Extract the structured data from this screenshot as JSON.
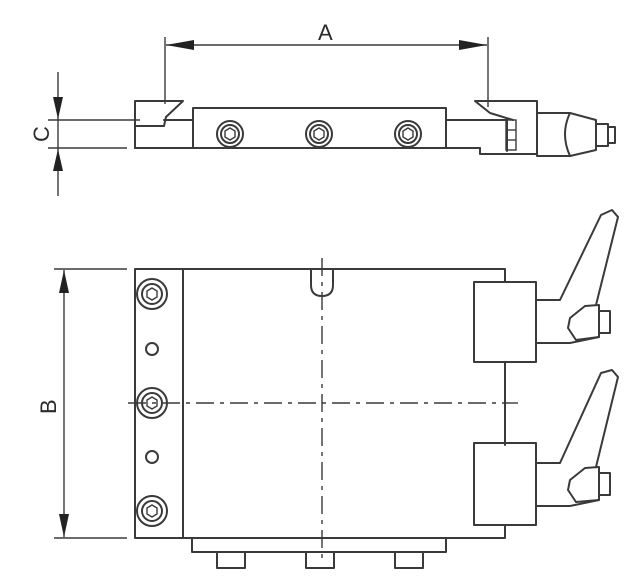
{
  "drawing": {
    "title": "Clamping fixture technical drawing",
    "views": [
      "top-view",
      "front-view"
    ],
    "dimensions": {
      "a_label": "A",
      "b_label": "B",
      "c_label": "C"
    },
    "top_view": {
      "screw_count": 3
    },
    "front_view": {
      "strip_screw_count": 3,
      "strip_hole_count": 2,
      "clamp_lever_count": 2,
      "bottom_foot_count": 3
    },
    "colors": {
      "line": "#3a3a3a",
      "background": "#ffffff"
    }
  }
}
